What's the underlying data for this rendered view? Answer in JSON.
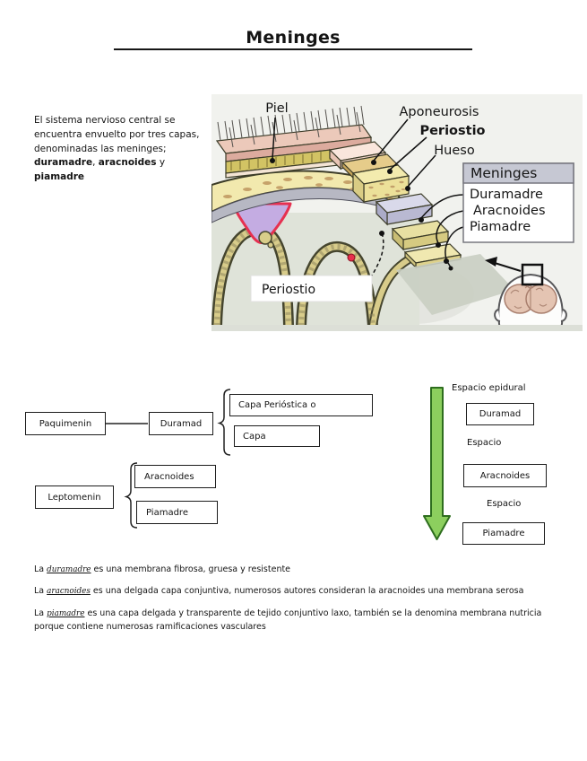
{
  "title": "Meninges",
  "intro": {
    "lead": "El sistema nervioso central se encuentra envuelto por tres capas, denominadas las meninges; ",
    "term1": "duramadre",
    "sep1": ", ",
    "term2": "aracnoides",
    "sep2": " y ",
    "term3": "piamadre"
  },
  "figure": {
    "labels": {
      "piel": "Piel",
      "aponeurosis": "Aponeurosis",
      "periostio": "Periostio",
      "hueso": "Hueso",
      "periostio_box": "Periostio"
    },
    "legend": {
      "title": "Meninges",
      "items": [
        "Duramadre",
        "Aracnoides",
        "Piamadre"
      ]
    },
    "colors": {
      "background": "#f1f2ee",
      "bone": "#f2e9ae",
      "dura_layer": "#b9b9d2",
      "arachnoid_layer": "#d6ca81",
      "legend_header": "#c6c8d3",
      "vessel_red": "#e8304c"
    }
  },
  "hierarchy": {
    "paquimeninge": "Paquimenin",
    "duramadre": "Duramad",
    "dura_children": [
      "Capa Perióstica o",
      "Capa"
    ],
    "leptomeninge": "Leptomenin",
    "lepto_children": [
      "Aracnoides",
      "Piamadre"
    ]
  },
  "spaces": {
    "epidural_label": "Espacio epidural",
    "layers": [
      "Duramad",
      "Aracnoides",
      "Piamadre"
    ],
    "space_labels": [
      "Espacio",
      "Espacio"
    ],
    "arrow_color": "#8ccf5e",
    "arrow_border": "#2e6e1e"
  },
  "paragraphs": [
    {
      "lead": "La ",
      "term": "duramadre",
      "rest": " es una membrana fibrosa, gruesa y resistente"
    },
    {
      "lead": "La ",
      "term": "aracnoides",
      "rest": " es una delgada capa conjuntiva, numerosos autores consideran la aracnoides una membrana serosa"
    },
    {
      "lead": "La ",
      "term": "piamadre",
      "rest": " es una capa delgada y transparente de tejido conjuntivo laxo, también se la denomina membrana nutricia porque contiene numerosas ramificaciones vasculares"
    }
  ]
}
